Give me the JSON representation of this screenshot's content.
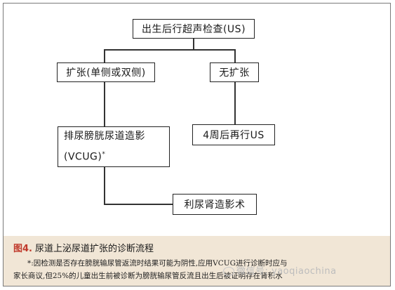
{
  "nodes": {
    "start": "出生后行超声检查(US)",
    "dilated": "扩张(单侧或双侧)",
    "not_dilated": "无扩张",
    "vcug_line1": "排尿膀胱尿道造影",
    "vcug_line2": "(VCUG)",
    "vcug_mark": "*",
    "recheck": "4周后再行US",
    "renogram": "利尿肾造影术"
  },
  "caption": {
    "fig_label": "图4.",
    "title": "尿道上泌尿道扩张的诊断流程",
    "note_line1": "*:因检测是否存在膀胱输尿管返流时结果可能为阴性,应用VCUG进行诊断时应与",
    "note_line2": "家长商议,但25%的儿童出生前被诊断为膀胱输尿管反流且出生后被证明存在肾积水"
  },
  "watermark": "微信号: yaoqiaochina",
  "colors": {
    "caption_bg": "#f1e6d6",
    "fig_label": "#c0392b",
    "border": "#222222"
  }
}
